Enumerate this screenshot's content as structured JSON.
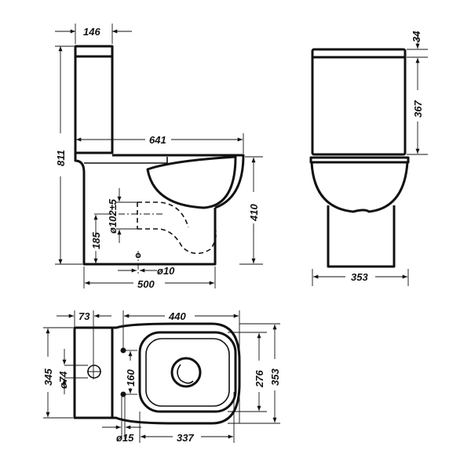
{
  "side_view": {
    "tank_depth": "146",
    "height": "811",
    "length": "641",
    "seat_height": "410",
    "outlet_height": "185",
    "outlet_diameter": "ø102±5",
    "fix_hole": "ø10",
    "base_length": "500"
  },
  "front_view": {
    "lid": "34",
    "tank_height": "367",
    "width": "353"
  },
  "top_view": {
    "tank_offset": "73",
    "bowl_length": "440",
    "tank_width": "345",
    "water_inlet": "ø74",
    "fix_spacing": "160",
    "seat_width": "276",
    "width": "353",
    "fix_hole": "ø15",
    "seat_length": "337"
  }
}
